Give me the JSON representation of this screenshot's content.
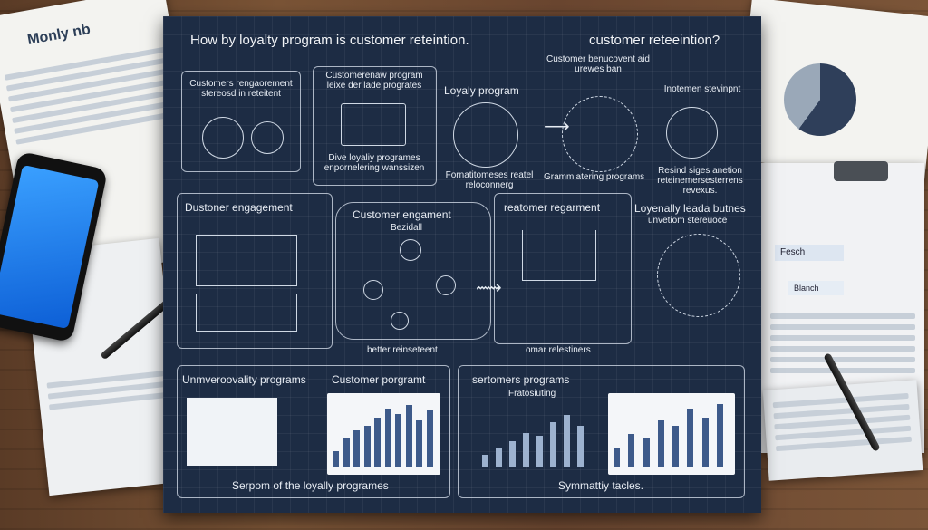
{
  "board": {
    "title_left": "How by  loyalty program is customer reteintion.",
    "title_right": "customer reteeintion?",
    "top_row": [
      {
        "label": "Customers rengaorement stereosd in reteitent"
      },
      {
        "label_top": "Customerenaw program leixe der lade progrates",
        "label_bottom": "Dive loyaliy programes enpornelering wanssizen"
      },
      {
        "label_top": "Loyaly program",
        "label_bottom": "Fornatitomeses reatel reloconnerg"
      },
      {
        "label_top": "Customer benucovent aid urewes ban",
        "label_bottom": "Grammiatering programs"
      },
      {
        "label_top": "Inotemen stevinpnt",
        "label_bottom": "Resind siges anetion reteinemersesterrens revexus."
      }
    ],
    "middle_row": {
      "engagement_title": "Dustoner engagement",
      "engagement_center": "Customer engament",
      "engagement_sub": "Bezidall",
      "bottom_caption": "better reinseteent",
      "program_title": "reatomer regarment",
      "program_caption": "omar relestiners",
      "right_title": "Loyenally leada butnes",
      "right_sub": "unvetiom stereuoce"
    },
    "bottom_row": {
      "left_title": "Unmveroovality programs",
      "chart1_title": "Customer porgramt",
      "left_caption": "Serpom of the loyally programes",
      "right_title": "sertomers programs",
      "chart2_title": "Fratosiuting",
      "right_caption": "Symmattiy tacles."
    }
  },
  "side_papers": {
    "left_title": "Monly nb",
    "right_tab": "Fesch",
    "right_tab2": "Blanch"
  },
  "chart_bars_1": [
    0.25,
    0.45,
    0.55,
    0.62,
    0.75,
    0.88,
    0.8,
    0.93,
    0.7,
    0.85
  ],
  "chart_bars_2": [
    0.22,
    0.35,
    0.45,
    0.6,
    0.55,
    0.78,
    0.9,
    0.72
  ],
  "chart_bars_3": [
    0.3,
    0.5,
    0.45,
    0.7,
    0.62,
    0.88,
    0.75,
    0.95
  ],
  "colors": {
    "board": "#1d2c44",
    "bar": "#3d5a8a",
    "phone_screen": "#1a7bef"
  }
}
